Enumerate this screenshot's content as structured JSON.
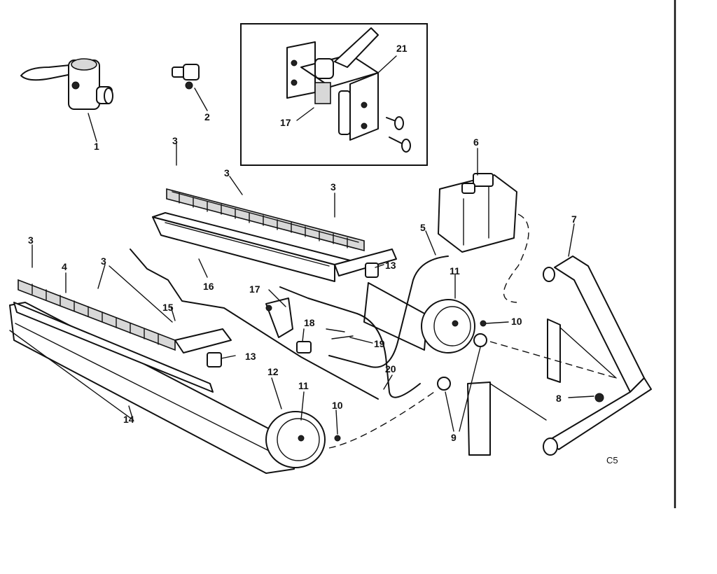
{
  "labels": {
    "l1": "1",
    "l2": "2",
    "l3a": "3",
    "l3b": "3",
    "l3c": "3",
    "l3d": "3",
    "l3e": "3",
    "l4": "4",
    "l5": "5",
    "l6": "6",
    "l7": "7",
    "l8": "8",
    "l9": "9",
    "l10a": "10",
    "l10b": "10",
    "l11a": "11",
    "l11b": "11",
    "l12": "12",
    "l13a": "13",
    "l13b": "13",
    "l14": "14",
    "l15": "15",
    "l16": "16",
    "l17a": "17",
    "l17b": "17",
    "l18": "18",
    "l19": "19",
    "l20": "20",
    "l21": "21"
  },
  "diagram_code": "C5"
}
